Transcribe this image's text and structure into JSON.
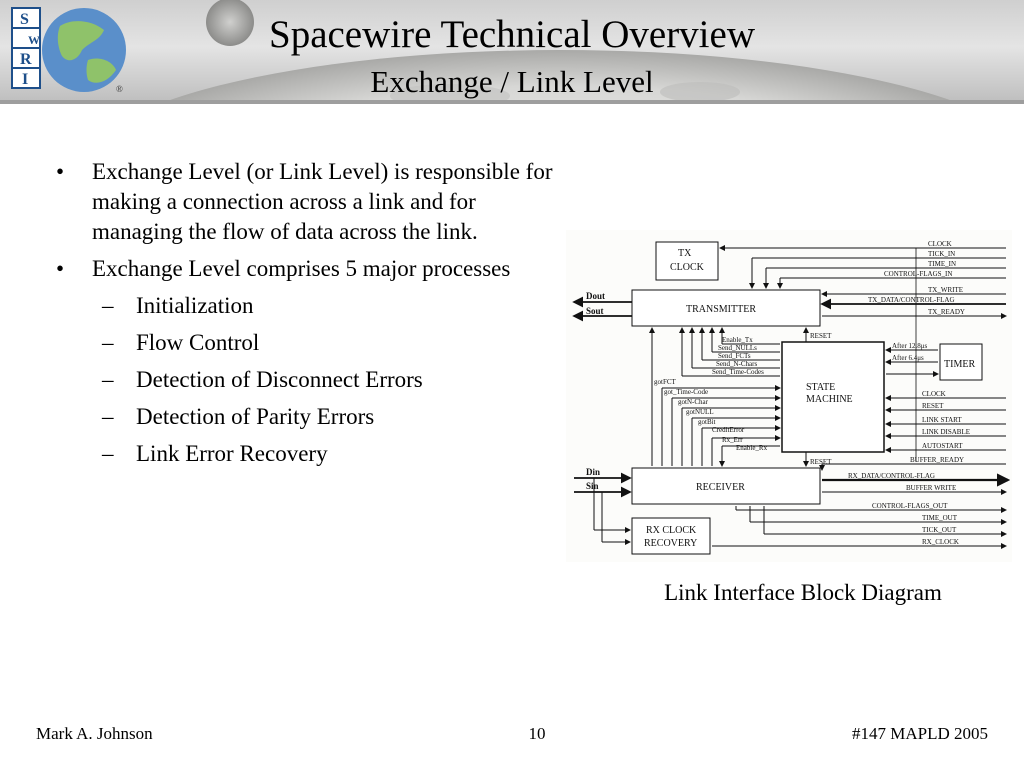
{
  "header": {
    "logo": {
      "letters": [
        "S",
        "W",
        "R",
        "I"
      ],
      "registered_mark": "®"
    },
    "title": "Spacewire Technical Overview",
    "subtitle": "Exchange / Link Level"
  },
  "body": {
    "bullets": [
      "Exchange Level (or Link Level) is responsible for making a connection across a link and for managing the flow of data across the link.",
      "Exchange Level comprises 5 major processes"
    ],
    "sub_bullets": [
      "Initialization",
      "Flow Control",
      "Detection of Disconnect Errors",
      "Detection of Parity Errors",
      "Link Error Recovery"
    ]
  },
  "diagram": {
    "caption": "Link Interface Block Diagram",
    "blocks": {
      "tx_clock": [
        "TX",
        "CLOCK"
      ],
      "transmitter": "TRANSMITTER",
      "state_machine": [
        "STATE",
        "MACHINE"
      ],
      "timer": "TIMER",
      "receiver": "RECEIVER",
      "rx_clock_recovery": [
        "RX CLOCK",
        "RECOVERY"
      ]
    },
    "left_ports": [
      "Dout",
      "Sout",
      "Din",
      "Sin"
    ],
    "reset_labels": [
      "RESET",
      "RESET"
    ],
    "right_top_signals": [
      "CLOCK",
      "TICK_IN",
      "TIME_IN",
      "CONTROL-FLAGS_IN",
      "TX_WRITE",
      "TX_DATA/CONTROL-FLAG",
      "TX_READY"
    ],
    "timer_signals": [
      "After 12.8μs",
      "After 6.4μs"
    ],
    "sm_right_signals": [
      "CLOCK",
      "RESET",
      "LINK START",
      "LINK DISABLE",
      "AUTOSTART"
    ],
    "right_bottom_signals": [
      "BUFFER_READY",
      "RX_DATA/CONTROL-FLAG",
      "BUFFER WRITE",
      "CONTROL-FLAGS_OUT",
      "TIME_OUT",
      "TICK_OUT",
      "RX_CLOCK"
    ],
    "sm_to_tx_signals": [
      "Enable_Tx",
      "Send_NULLs",
      "Send_FCTs",
      "Send_N-Chars",
      "Send_Time-Codes"
    ],
    "rx_to_sm_signals": [
      "gotFCT",
      "got_Time-Code",
      "gotN-Char",
      "gotNULL",
      "gotBit",
      "CreditError",
      "Rx_Err",
      "Enable_Rx"
    ]
  },
  "footer": {
    "author": "Mark A. Johnson",
    "page": "10",
    "event": "#147 MAPLD 2005"
  }
}
